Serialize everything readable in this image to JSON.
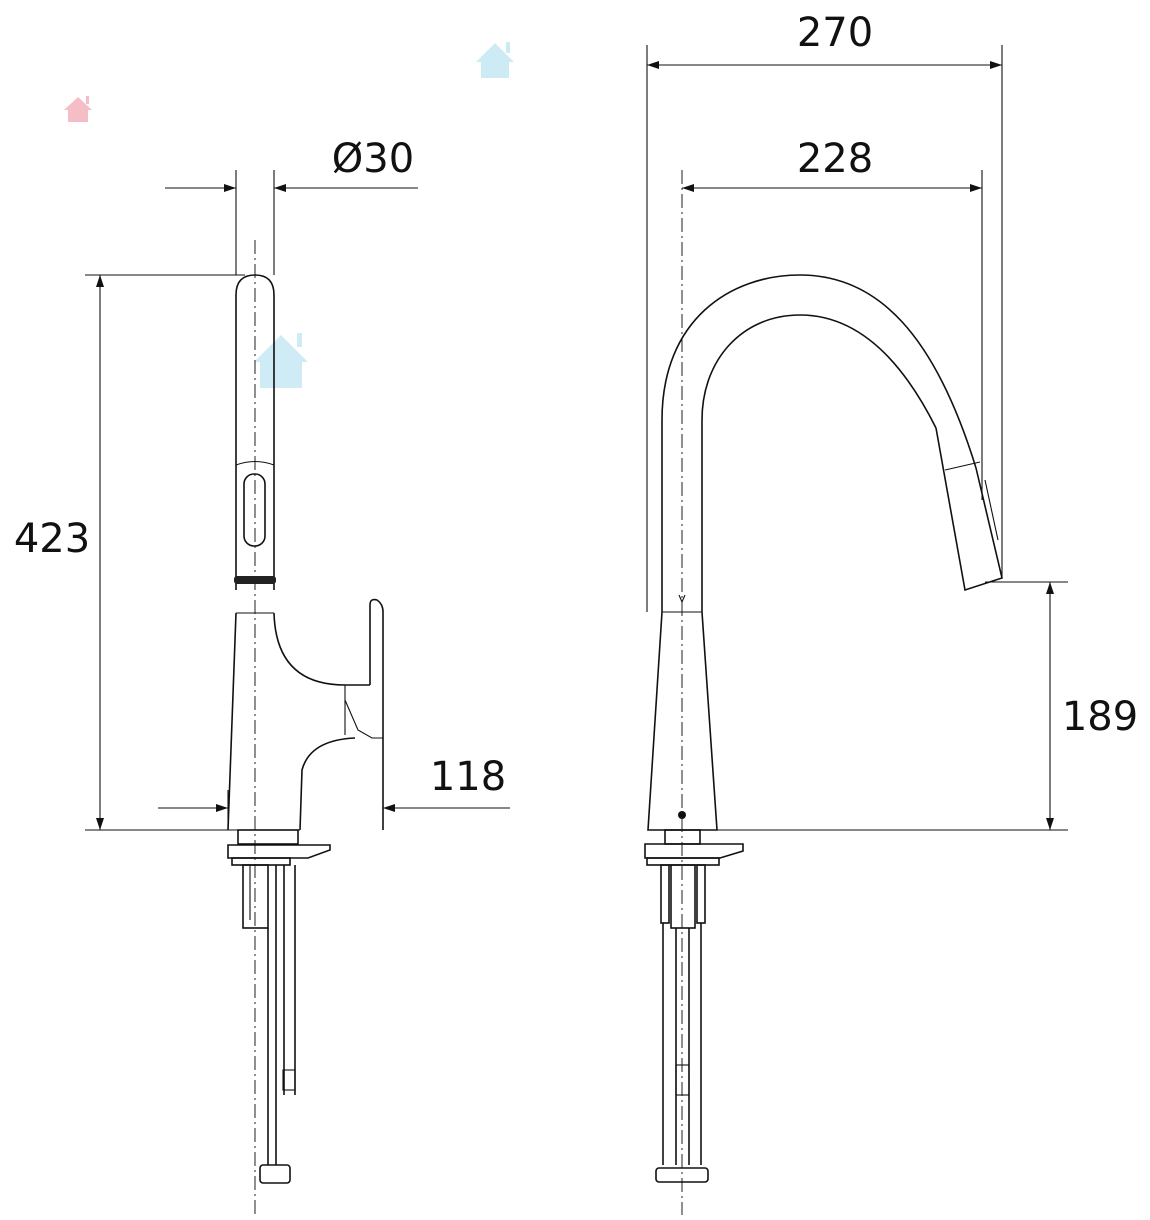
{
  "side_view": {
    "dimensions": {
      "diameter": "Ø30",
      "height": "423",
      "handle_reach": "118"
    }
  },
  "front_view": {
    "dimensions": {
      "overall_reach": "270",
      "spout_reach": "228",
      "spout_height": "189"
    }
  },
  "watermark_icons": [
    "house-icon",
    "house-icon",
    "house-icon"
  ],
  "colors": {
    "line": "#111111",
    "watermark_pink": "#f4b6bf",
    "watermark_blue": "#bfe6f4"
  }
}
